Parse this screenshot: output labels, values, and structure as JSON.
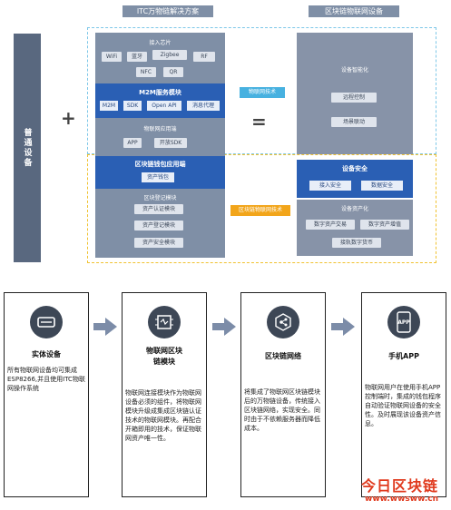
{
  "top": {
    "left_title": "ITC万物链解决方案",
    "right_title": "区块链物联网设备",
    "left_label": "普通设备",
    "plus": "+",
    "equals": "=",
    "access_chip": {
      "title": "接入芯片",
      "items": [
        "WiFi",
        "蓝牙",
        "Zigbee",
        "RF",
        "NFC",
        "QR"
      ]
    },
    "m2m": {
      "title": "M2M服务模块",
      "items": [
        "M2M",
        "SDK",
        "Open API",
        "消息代理"
      ]
    },
    "iot_app": {
      "title": "物联网应用端",
      "items": [
        "APP",
        "开放SDK"
      ]
    },
    "wallet": {
      "title": "区块链钱包应用端",
      "items": [
        "资产钱包"
      ]
    },
    "register": {
      "title": "区块登记模块",
      "items": [
        "资产认证模块",
        "资产登记模块",
        "资产安全模块"
      ]
    },
    "tag_iot": "物联网技术",
    "tag_chain": "区块链物联网技术",
    "right": {
      "smart": {
        "title": "设备智能化",
        "items": [
          "远程控制",
          "场景联动"
        ]
      },
      "security": {
        "title": "设备安全",
        "items": [
          "接入安全",
          "数据安全"
        ]
      },
      "asset": {
        "title": "设备资产化",
        "items": [
          "数字资产交易",
          "数字资产增值",
          "接轨数字货币"
        ]
      }
    }
  },
  "flow": {
    "cards": [
      {
        "icon": "router-icon",
        "title": "实体设备",
        "text": "所有物联网设备均可集成ESP8266,并且使用ITC物联网操作系统"
      },
      {
        "icon": "circuit-module-icon",
        "title": "物联网区块链模块",
        "text": "物联网连接模块作为物联网设备必须的组件，将物联网模块升级成集成区块链认证技术的物联网模块。再配合开箱即用的技术，保证物联网资产唯一性。"
      },
      {
        "icon": "network-nodes-icon",
        "title": "区块链网络",
        "text": "将集成了物联网区块链模块后的万物链设备，传统接入区块链网络，实现安全。同时由于不依赖服务器而降低成本。"
      },
      {
        "icon": "app-icon",
        "title": "手机APP",
        "text": "物联网用户在使用手机APP控制端时，集成的钱包程序自动验证物联网设备的安全性。及时展现该设备资产信息。"
      }
    ],
    "app_icon_label": "APP"
  },
  "watermark": {
    "title": "今日区块链",
    "url": "www.wwsww.cn"
  }
}
